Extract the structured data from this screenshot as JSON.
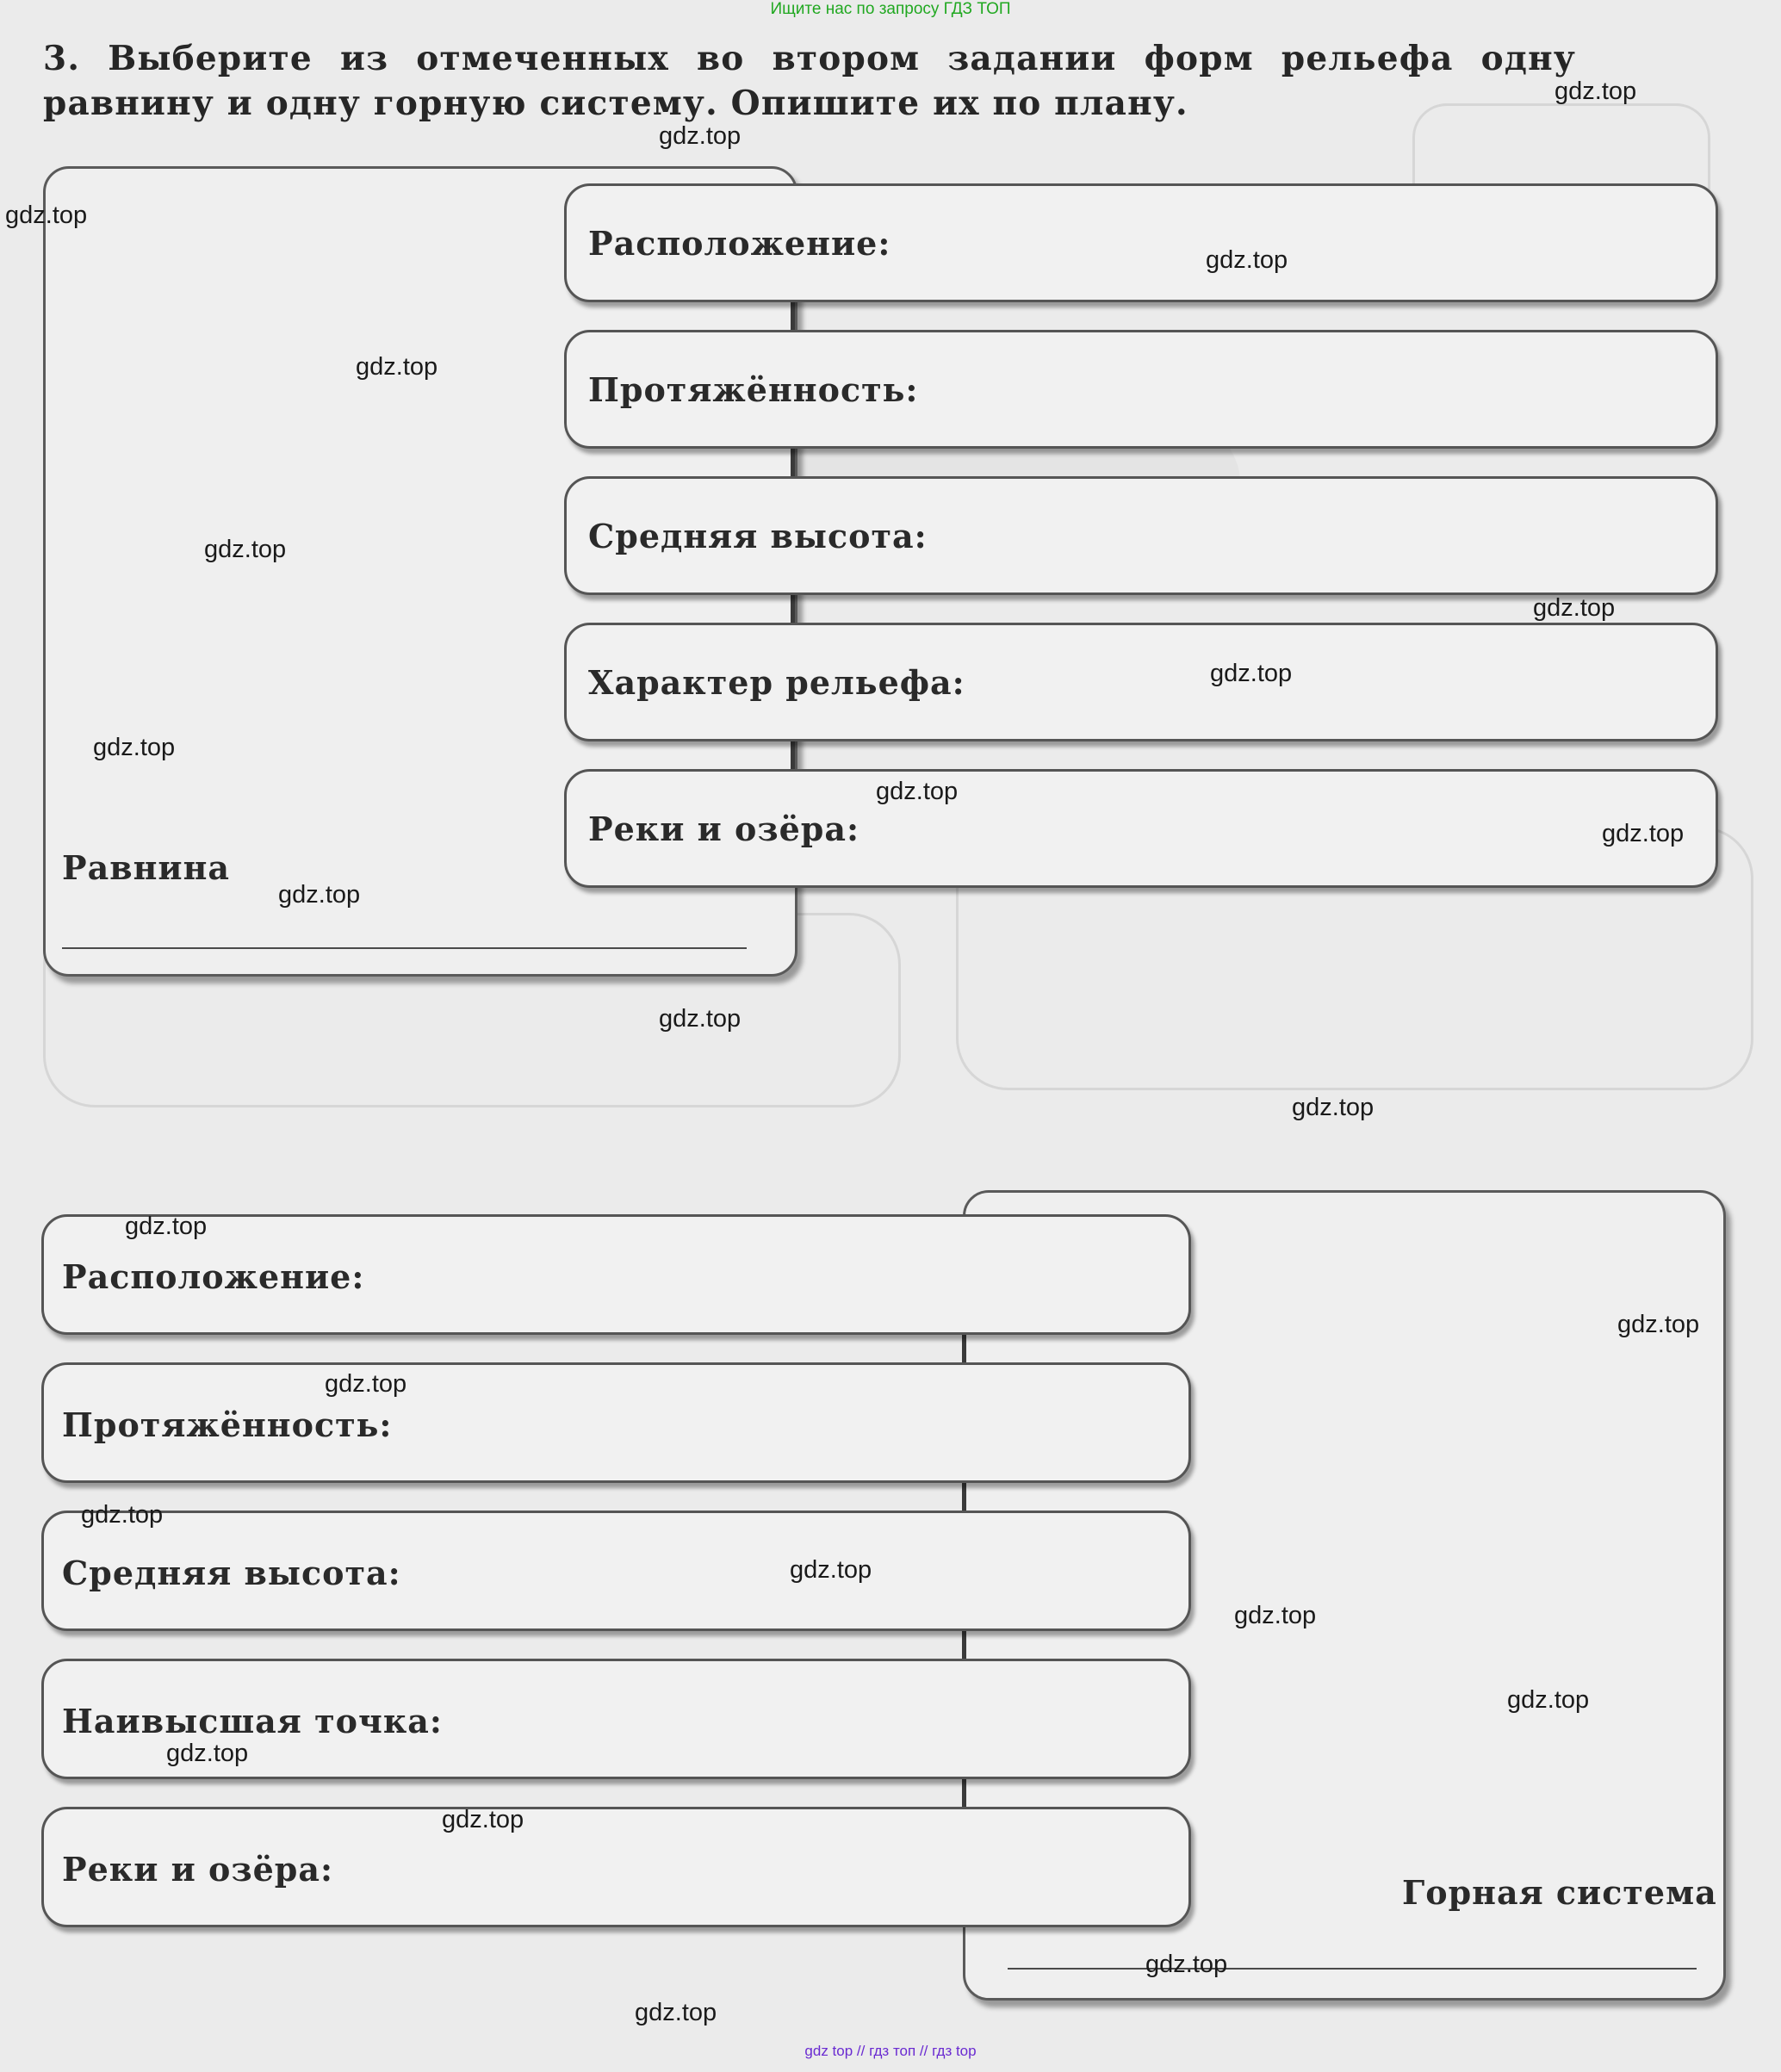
{
  "header": {
    "banner": "Ищите нас по запросу ГДЗ ТОП"
  },
  "task": {
    "text": "3. Выберите из отмеченных во втором задании форм рельефа одну равнину и одну горную систему. Опишите их по плану."
  },
  "plain": {
    "title": "Равнина",
    "fields": [
      "Расположение:",
      "Протяжённость:",
      "Средняя высота:",
      "Характер рельефа:",
      "Реки и озёра:"
    ]
  },
  "mountain": {
    "title": "Горная система",
    "fields": [
      "Расположение:",
      "Протяжённость:",
      "Средняя высота:",
      "Наивысшая точка:",
      "Реки и озёра:"
    ]
  },
  "watermark": "gdz.top",
  "footer": {
    "text": "gdz top // гдз топ // гдз top"
  }
}
